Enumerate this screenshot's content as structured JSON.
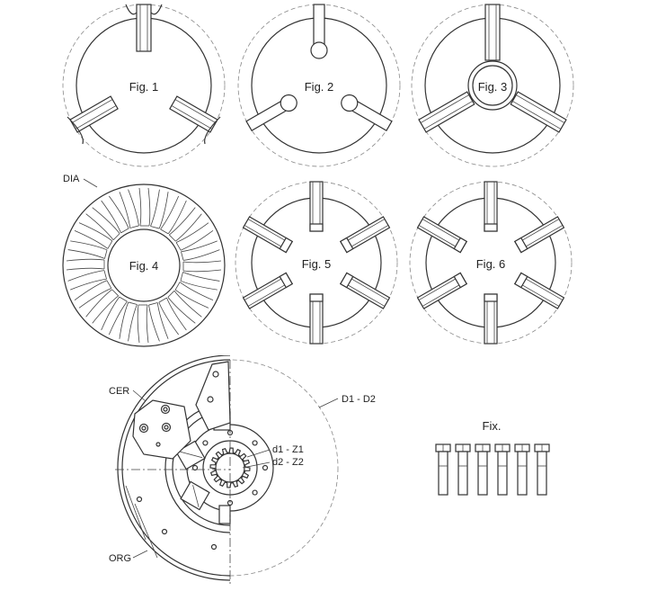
{
  "figures": {
    "fig1": "Fig. 1",
    "fig2": "Fig. 2",
    "fig3": "Fig. 3",
    "fig4": "Fig. 4",
    "fig5": "Fig. 5",
    "fig6": "Fig. 6"
  },
  "callouts": {
    "dia": "DIA",
    "cer": "CER",
    "org": "ORG",
    "d1d2": "D1 - D2",
    "d1z1": "d1 - Z1",
    "d2z2": "d2 - Z2",
    "fix": "Fix."
  }
}
